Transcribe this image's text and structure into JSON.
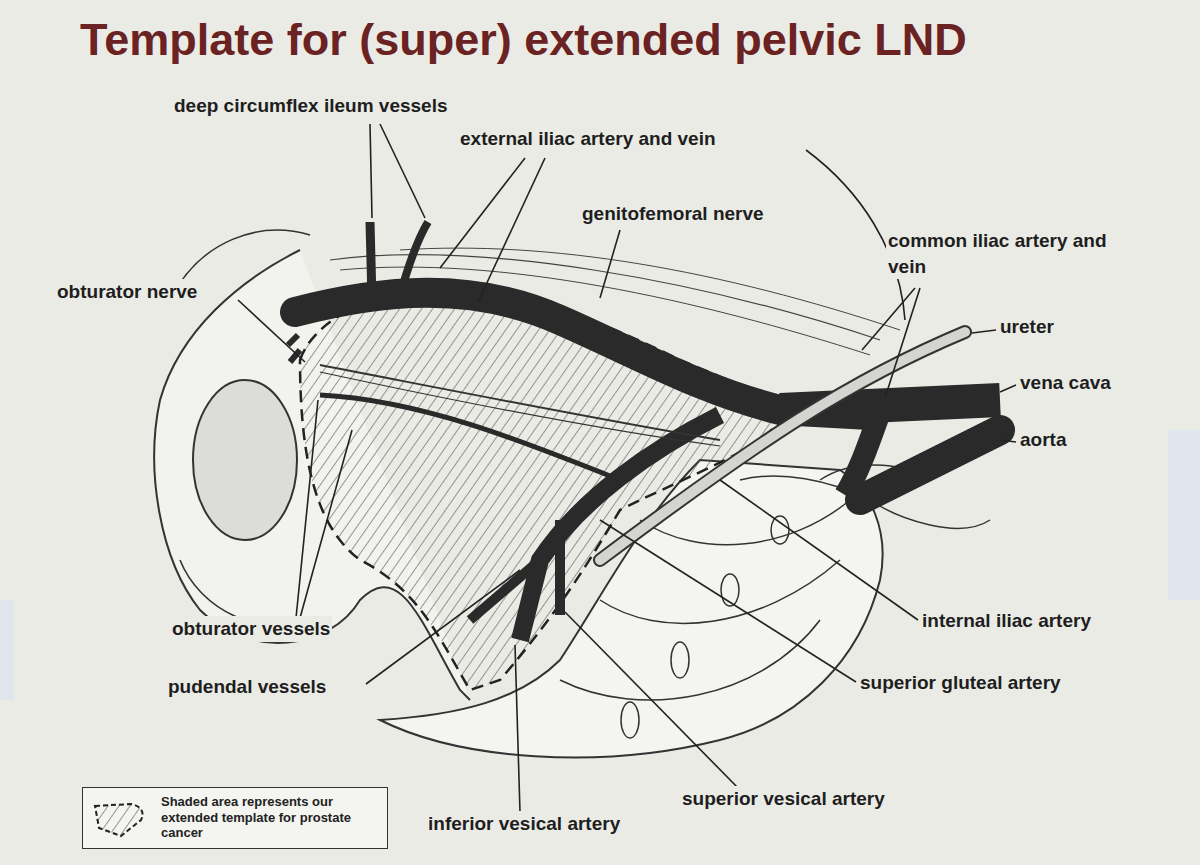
{
  "diagram": {
    "title": "Template for (super) extended pelvic LND",
    "labels": [
      "deep circumflex ileum vessels",
      "external iliac artery and vein",
      "genitofemoral nerve",
      "common iliac artery and vein",
      "obturator nerve",
      "ureter",
      "vena cava",
      "aorta",
      "internal iliac artery",
      "obturator vessels",
      "superior gluteal artery",
      "pudendal vessels",
      "superior vesical artery",
      "inferior vesical artery"
    ],
    "legend": [
      {
        "text": "Shaded area represents our extended template for prostate cancer"
      }
    ]
  }
}
